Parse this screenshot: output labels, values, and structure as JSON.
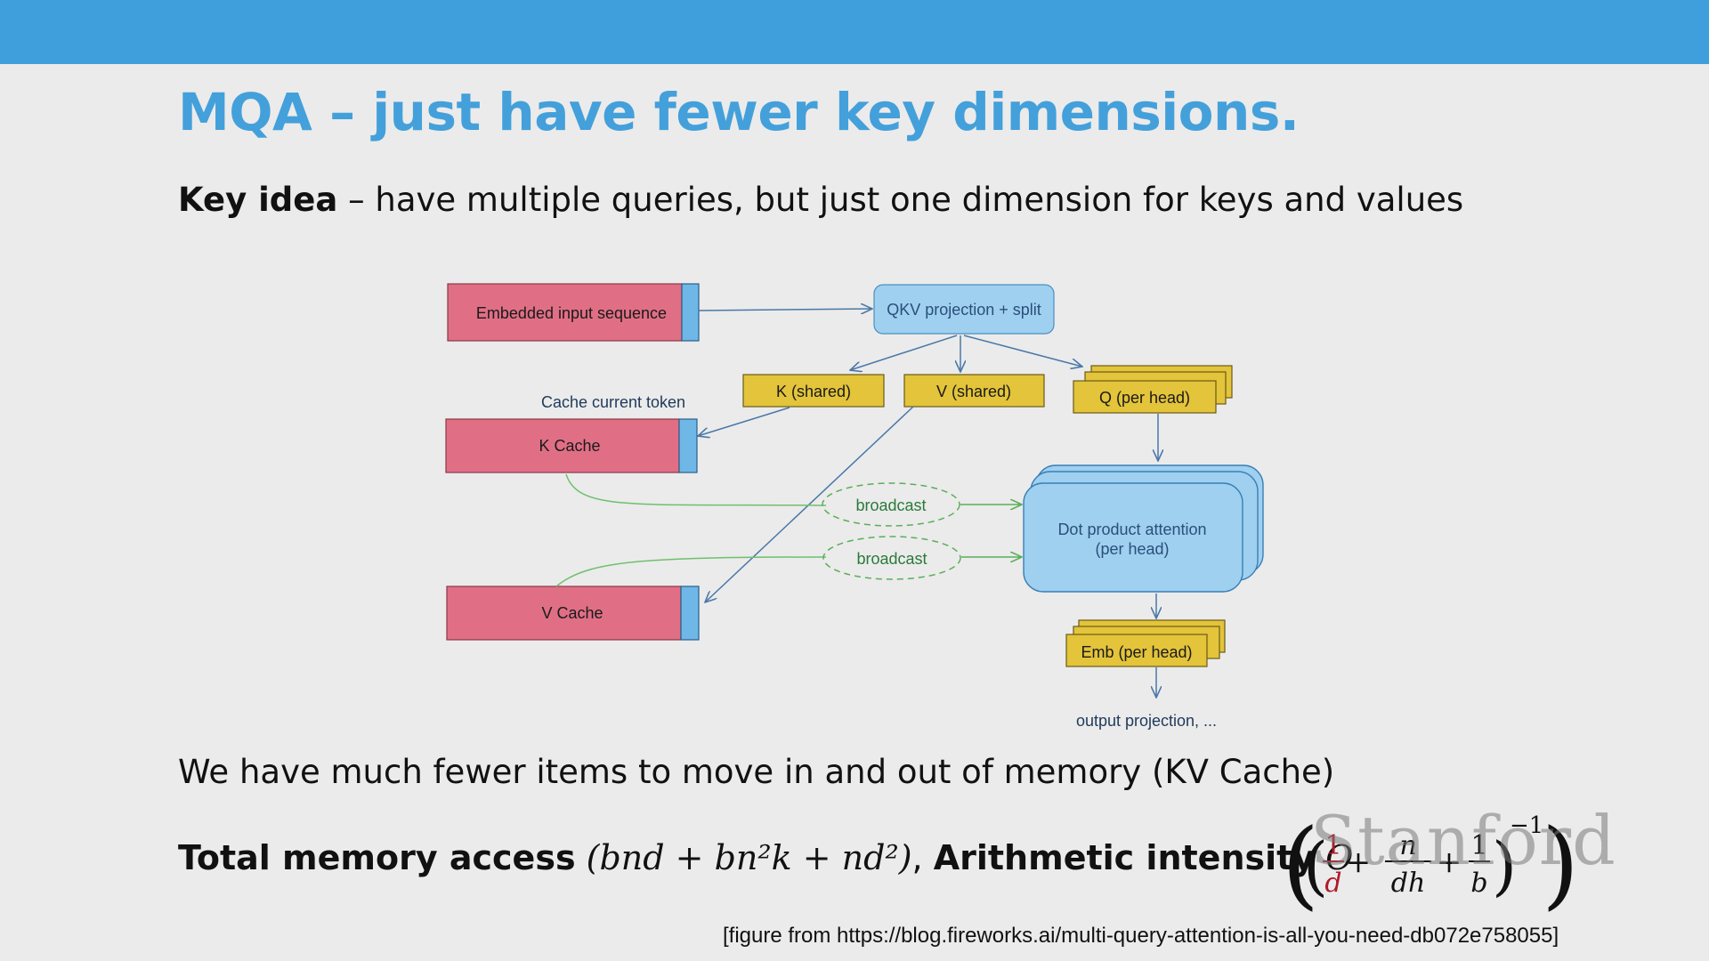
{
  "slide": {
    "title": "MQA – just have fewer key dimensions.",
    "key_idea_label": "Key idea",
    "key_idea_text": " – have multiple queries, but just one dimension for keys and values",
    "fewer_items_text": "We have much fewer items to move in and out of memory (KV Cache)",
    "total_memory_label": "Total memory access",
    "total_memory_expr": "(bnd + bn²k + nd²)",
    "arith_label": "Arithmetic intensity",
    "arith_expr_O": "O",
    "citation": "[figure from https://blog.fireworks.ai/multi-query-attention-is-all-you-need-db072e758055]",
    "watermark": "Stanford"
  },
  "diagram": {
    "embedded_input": "Embedded input sequence",
    "qkv_projection": "QKV projection + split",
    "k_shared": "K (shared)",
    "v_shared": "V (shared)",
    "q_per_head": "Q (per head)",
    "cache_current_token": "Cache current token",
    "k_cache": "K Cache",
    "v_cache": "V Cache",
    "broadcast_1": "broadcast",
    "broadcast_2": "broadcast",
    "dot_product_line1": "Dot product attention",
    "dot_product_line2": "(per head)",
    "emb_per_head": "Emb (per head)",
    "output_projection": "output projection, ..."
  },
  "formula": {
    "frac1_num": "1",
    "frac1_den": "d",
    "frac2_num": "n",
    "frac2_den": "dh",
    "frac3_num": "1",
    "frac3_den": "b",
    "plus": "+",
    "exponent": "−1"
  },
  "colors": {
    "topbar": "#3f9fdd",
    "title": "#44a0da",
    "pink_box": "#e06f86",
    "yellow_box": "#e3c43a",
    "blue_box": "#9fd0f0",
    "green_arrow": "#6fbf6f"
  }
}
